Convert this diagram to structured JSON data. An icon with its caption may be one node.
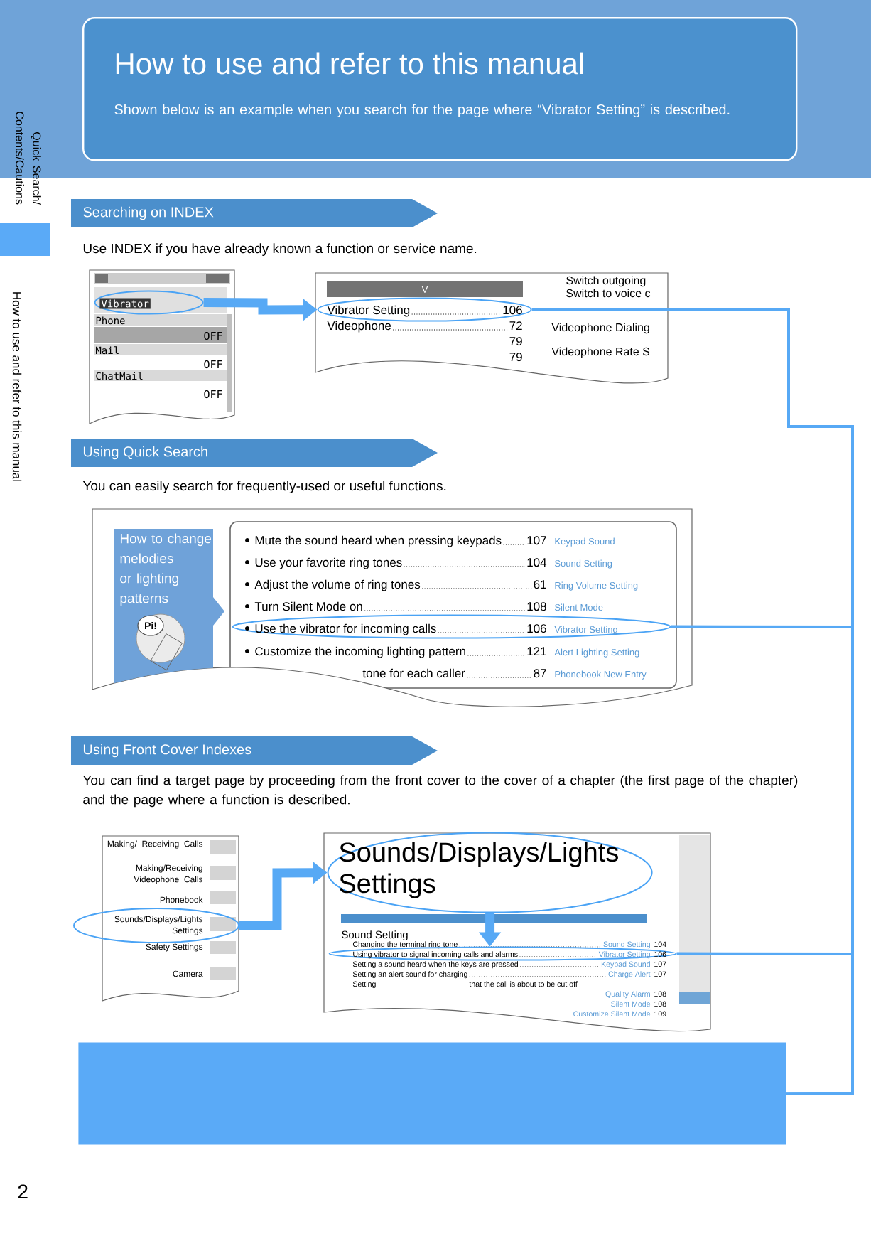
{
  "diagram": {
    "nodes": [
      {
        "text": [
          "How to use and refer to this manual",
          "Shown below is an example when you search for the page where “Vibrator Setting” is described."
        ]
      },
      {
        "text": [
          "Searching on INDEX"
        ]
      },
      {
        "text": [
          "Phone",
          "OFF",
          "Mail",
          "OFF",
          "ChatMail",
          "OFF"
        ]
      },
      {
        "text": [
          "Vibrator"
        ],
        "in": 2
      },
      {
        "text": [
          "V",
          "Videophone",
          "72",
          "79",
          "79",
          "Switch outgoing",
          "Switch to voice c",
          "Videophone Dialing",
          "Videophone Rate S"
        ]
      },
      {
        "text": [
          "Vibrator Setting",
          "106"
        ],
        "in": 4
      },
      {
        "text": [
          "Using Quick Search"
        ]
      },
      {
        "text": [
          "How to change melodies or lighting patterns",
          "Pi!"
        ]
      },
      {
        "text": [
          "Mute the sound heard when pressing keypads",
          "107",
          "Keypad Sound",
          "Use your favorite ring tones",
          "104",
          "Sound Setting",
          "Adjust the volume of ring tones",
          "61",
          "Ring Volume Setting",
          "Turn Silent Mode on",
          "108",
          "Silent Mode",
          "Customize the incoming lighting pattern",
          "121",
          "Alert Lighting Setting",
          "tone for each caller",
          "87",
          "Phonebook New Entry"
        ]
      },
      {
        "text": [
          "Use the vibrator for incoming calls",
          "106",
          "Vibrator Setting"
        ],
        "in": 8
      },
      {
        "text": [
          "Using Front Cover Indexes"
        ]
      },
      {
        "text": [
          "Making/ Receiving Calls",
          "Making/Receiving Videophone Calls",
          "Phonebook",
          "Safety Settings",
          "Camera"
        ]
      },
      {
        "text": [
          "Sounds/Displays/Lights Settings"
        ]
      },
      {
        "text": [
          "Sound Setting",
          "Changing the terminal ring tone",
          "Sound Setting",
          "104",
          "Setting a sound heard when the keys are pressed",
          "Keypad Sound",
          "107",
          "Setting an alert sound for charging",
          "Charge Alert",
          "107",
          "Setting",
          "that the call is about to be cut off",
          "Quality Alarm",
          "108",
          "Silent Mode",
          "108",
          "Customize Silent Mode",
          "109"
        ]
      },
      {
        "text": [
          "Sounds/Displays/Lights Settings"
        ],
        "in": 13
      },
      {
        "text": [
          "Using vibrator to signal incoming calls and alarms",
          "Vibrator Setting",
          "106"
        ],
        "in": 13
      },
      {
        "text": [],
        "shape": "box"
      }
    ],
    "edges": [
      {
        "from": 3,
        "to": 5,
        "arrow": "to",
        "style": "thick"
      },
      {
        "from": 5,
        "to": 16,
        "arrow": "none"
      },
      {
        "from": 9,
        "to": 16,
        "arrow": "none"
      },
      {
        "from": 12,
        "to": 14,
        "arrow": "to",
        "style": "thick"
      },
      {
        "from": 14,
        "to": 15,
        "arrow": "to",
        "style": "thick"
      },
      {
        "from": 15,
        "to": 16,
        "arrow": "none"
      }
    ],
    "labels": [
      "Quick Search/ Contents/Cautions",
      "How to use and refer to this manual",
      "Use INDEX if you have already known a function or service name.",
      "You can easily search for frequently-used or useful functions.",
      "You can find a target page by proceeding from the front cover to the cover of a chapter (the first page of the chapter) and the page where a function is described.",
      "2"
    ]
  }
}
